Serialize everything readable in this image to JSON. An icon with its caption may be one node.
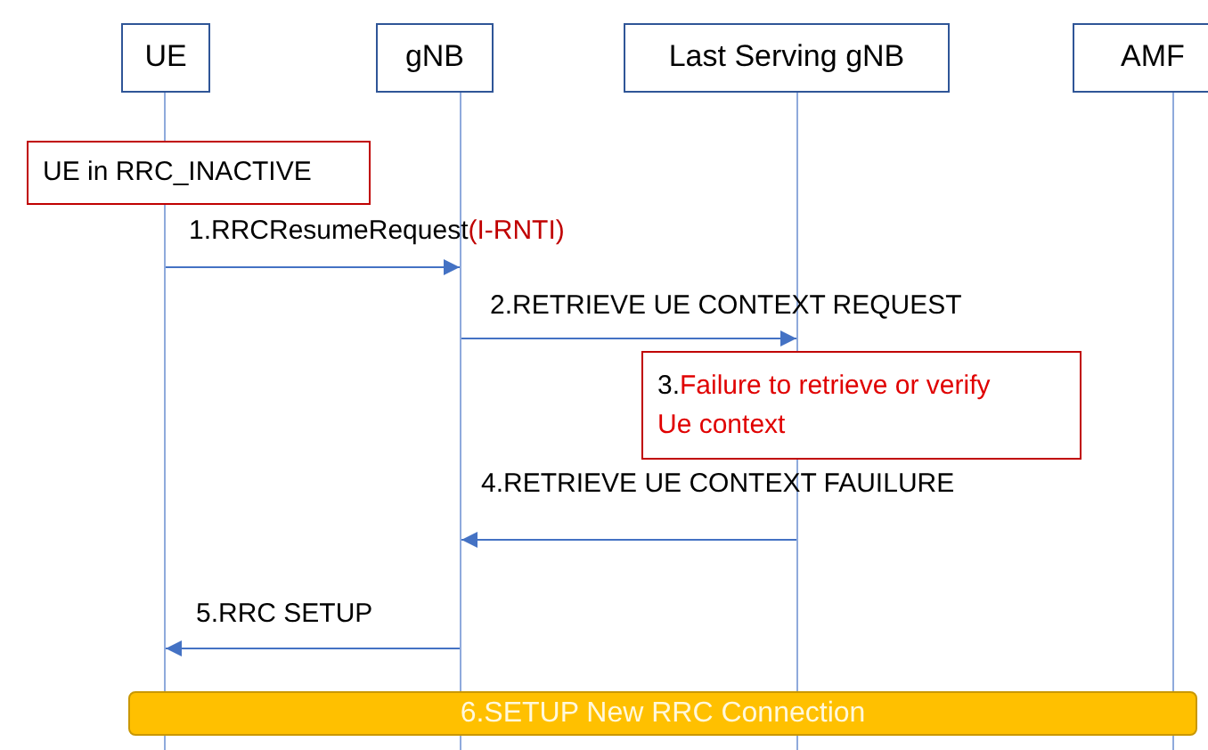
{
  "diagram": {
    "nodes": [
      {
        "text": [
          "UE"
        ]
      },
      {
        "text": [
          "gNB"
        ]
      },
      {
        "text": [
          "Last Serving gNB"
        ]
      },
      {
        "text": [
          "AMF"
        ]
      },
      {
        "text": [
          "UE in RRC_INACTIVE"
        ]
      },
      {
        "text": [
          "3.",
          "Failure to retrieve or verify Ue context"
        ]
      },
      {
        "text": [
          "6.SETUP New RRC Connection"
        ]
      },
      {
        "text": [],
        "shape": "line"
      },
      {
        "text": [],
        "shape": "line"
      },
      {
        "text": [],
        "shape": "line"
      },
      {
        "text": [],
        "shape": "line"
      }
    ],
    "edges": [
      {
        "from": 7,
        "to": 8,
        "arrow": "to",
        "label": "1.RRCResumeRequest"
      },
      {
        "from": 8,
        "to": 9,
        "arrow": "to",
        "label": "2.RETRIEVE UE CONTEXT REQUEST"
      },
      {
        "from": 9,
        "to": 8,
        "arrow": "to",
        "label": "4.RETRIEVE UE CONTEXT FAUILURE"
      },
      {
        "from": 8,
        "to": 7,
        "arrow": "to",
        "label": "5.RRC SETUP"
      }
    ],
    "labels": [
      "(I-RNTI)"
    ]
  }
}
